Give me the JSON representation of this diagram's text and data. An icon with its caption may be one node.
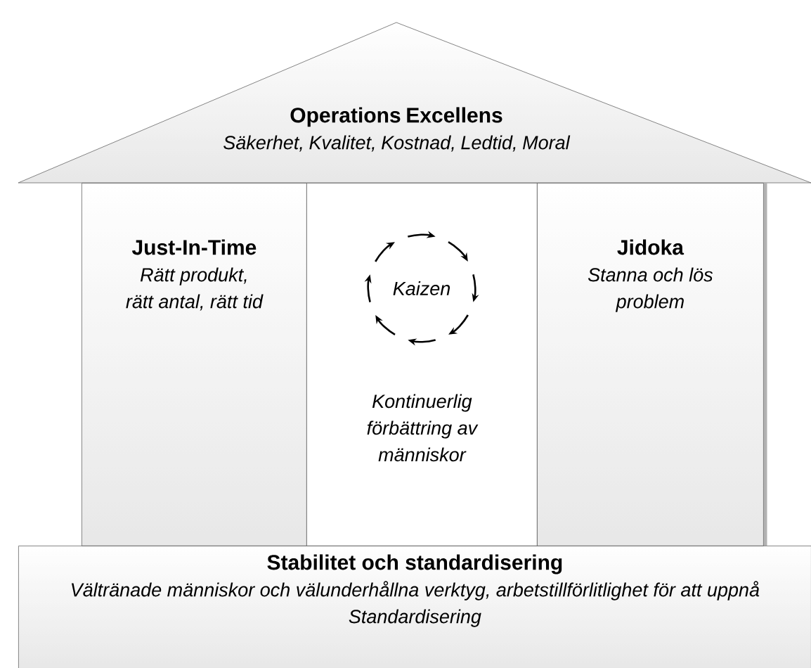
{
  "diagram": {
    "nodes": [
      {
        "text": [
          "Operations Excellens",
          "Säkerhet, Kvalitet, Kostnad, Ledtid, Moral"
        ]
      },
      {
        "text": [
          "Just-In-Time",
          "Rätt produkt, rätt antal, rätt tid"
        ]
      },
      {
        "text": [
          "Kontinuerlig förbättring av människor"
        ]
      },
      {
        "text": [
          "Kaizen"
        ],
        "in": 2
      },
      {
        "text": [
          "Jidoka",
          "Stanna och lös problem"
        ]
      },
      {
        "text": [
          "Stabilitet och standardisering",
          "Vältränade människor och välunderhållna verktyg, arbetstillförlitlighet för att uppnå Standardisering"
        ]
      }
    ]
  }
}
